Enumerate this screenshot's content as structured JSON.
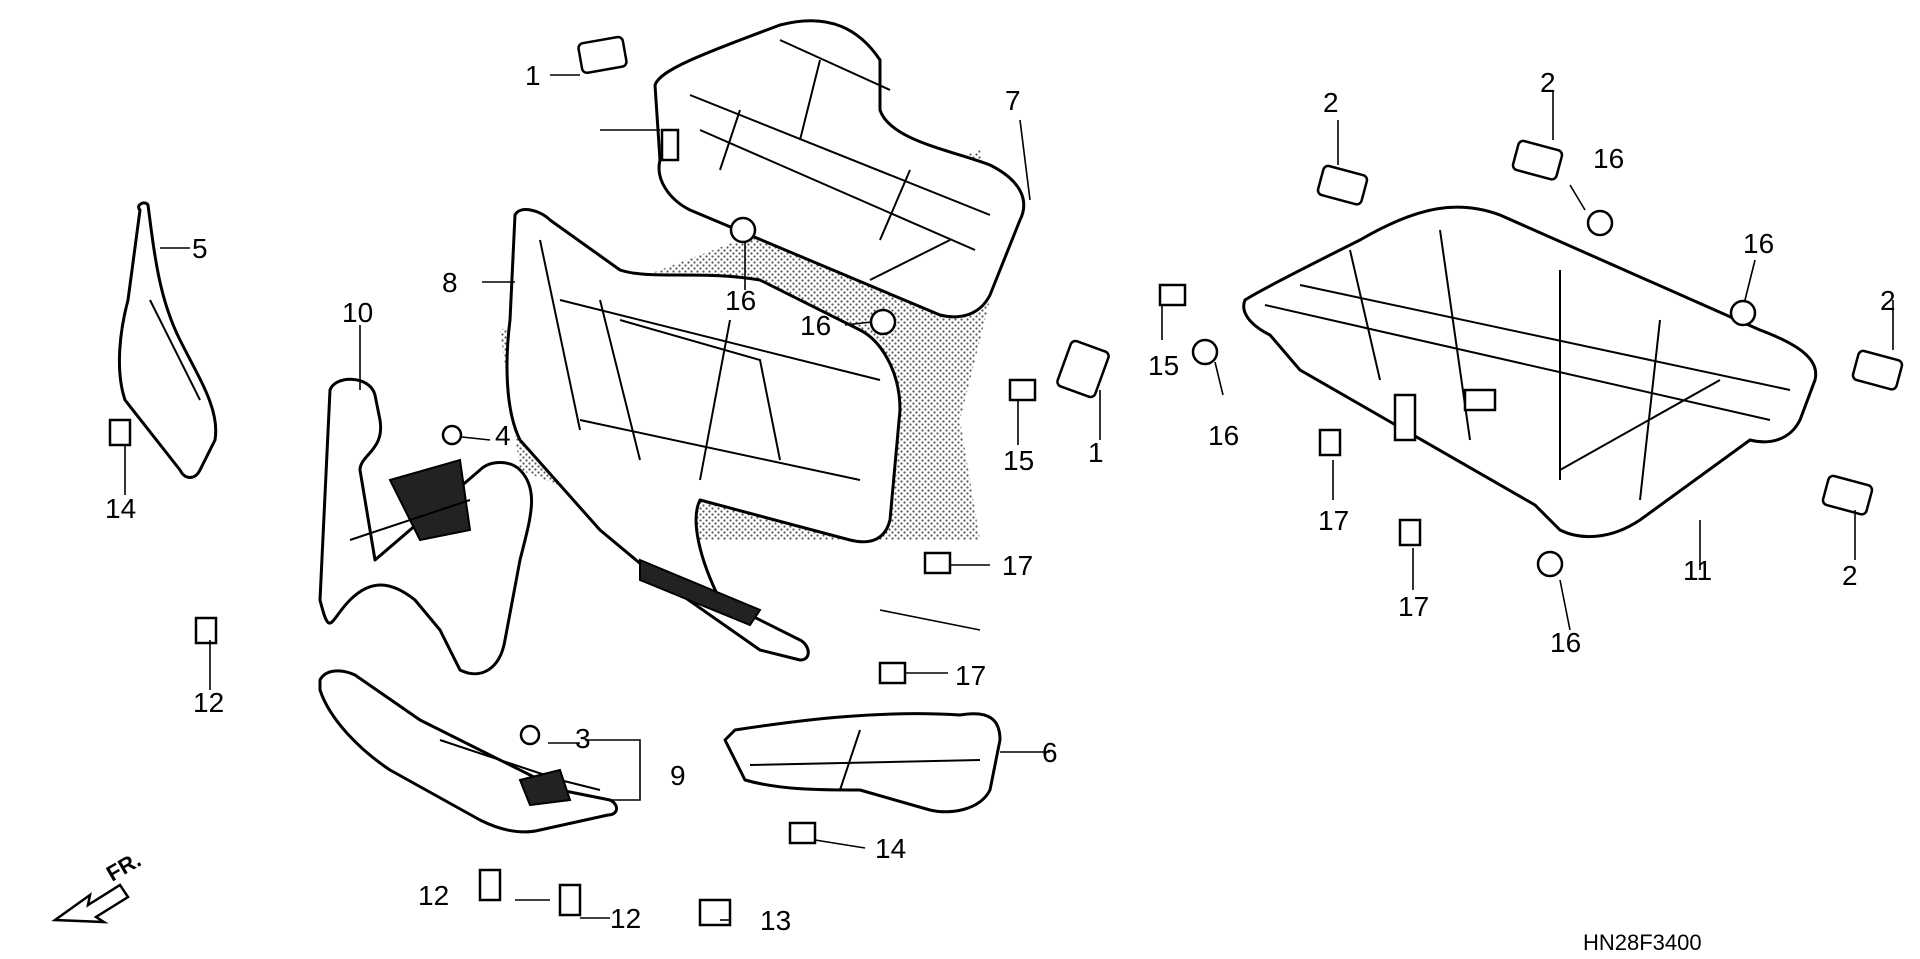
{
  "diagram_code": "HN28F3400",
  "direction_label": "FR.",
  "callouts": {
    "c1a": "1",
    "c1b": "1",
    "c2a": "2",
    "c2b": "2",
    "c2c": "2",
    "c2d": "2",
    "c3": "3",
    "c5": "5",
    "c6": "6",
    "c7": "7",
    "c8": "8",
    "c9": "9",
    "c10": "10",
    "c11": "11",
    "c12a": "12",
    "c12b": "12",
    "c12c": "12",
    "c13": "13",
    "c14a": "14",
    "c14b": "14",
    "c15a": "15",
    "c15b": "15",
    "c16a": "16",
    "c16b": "16",
    "c16c": "16",
    "c16d": "16",
    "c16e": "16",
    "c16f": "16",
    "c17a": "17",
    "c17b": "17",
    "c17c": "17",
    "c17d": "17",
    "c4": "4"
  }
}
